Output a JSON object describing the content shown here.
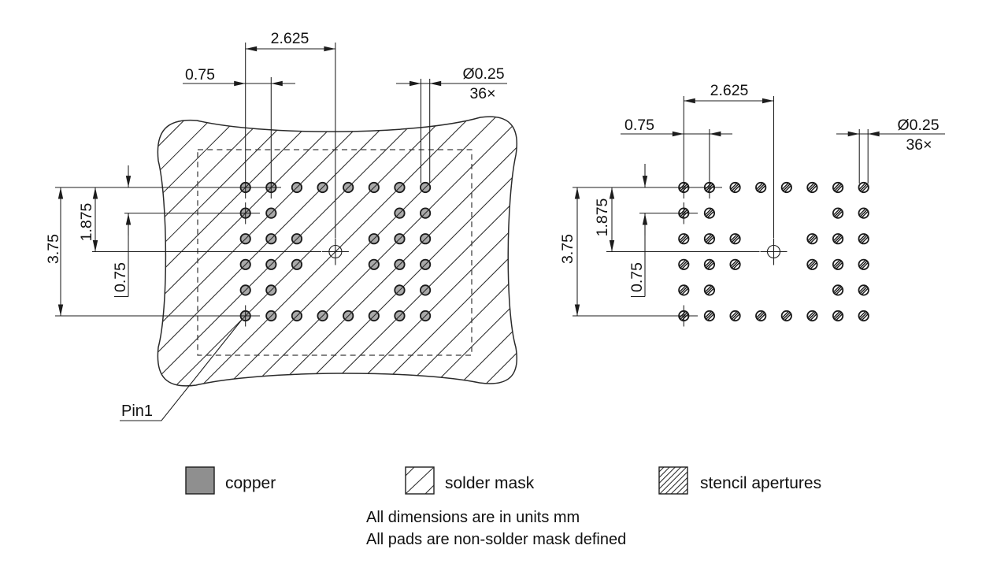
{
  "drawing": {
    "dims": {
      "span_x": "2.625",
      "pitch": "0.75",
      "diameter": "Ø0.25",
      "count": "36×",
      "span_y": "3.75",
      "half_span_y": "1.875"
    },
    "pin1_label": "Pin1",
    "pattern": [
      "11111111",
      "11000011",
      "11100111",
      "11100111",
      "11000011",
      "11111111"
    ]
  },
  "legend": {
    "copper": "copper",
    "solder_mask": "solder mask",
    "stencil": "stencil apertures"
  },
  "notes": {
    "line1": "All dimensions are in units mm",
    "line2": "All pads are non-solder mask defined"
  },
  "colors": {
    "copper_pad": "#a9a9a9",
    "legend_copper": "#8f8f8f",
    "line": "#1c1c1c"
  }
}
